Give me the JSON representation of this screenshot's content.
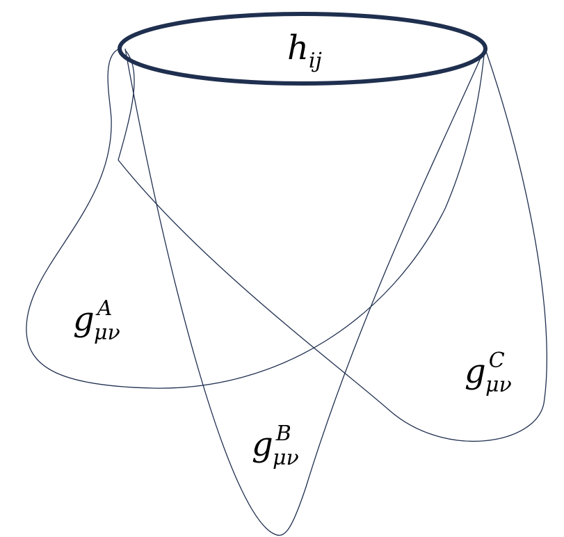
{
  "colors": {
    "stroke": "#1f2f4f",
    "text": "#000000",
    "background": "#ffffff"
  },
  "boundary": {
    "symbol": "h",
    "subscript": "ij"
  },
  "regions": [
    {
      "id": "A",
      "symbol": "g",
      "subscript": "μν",
      "superscript": "A"
    },
    {
      "id": "B",
      "symbol": "g",
      "subscript": "μν",
      "superscript": "B"
    },
    {
      "id": "C",
      "symbol": "g",
      "subscript": "μν",
      "superscript": "C"
    }
  ]
}
